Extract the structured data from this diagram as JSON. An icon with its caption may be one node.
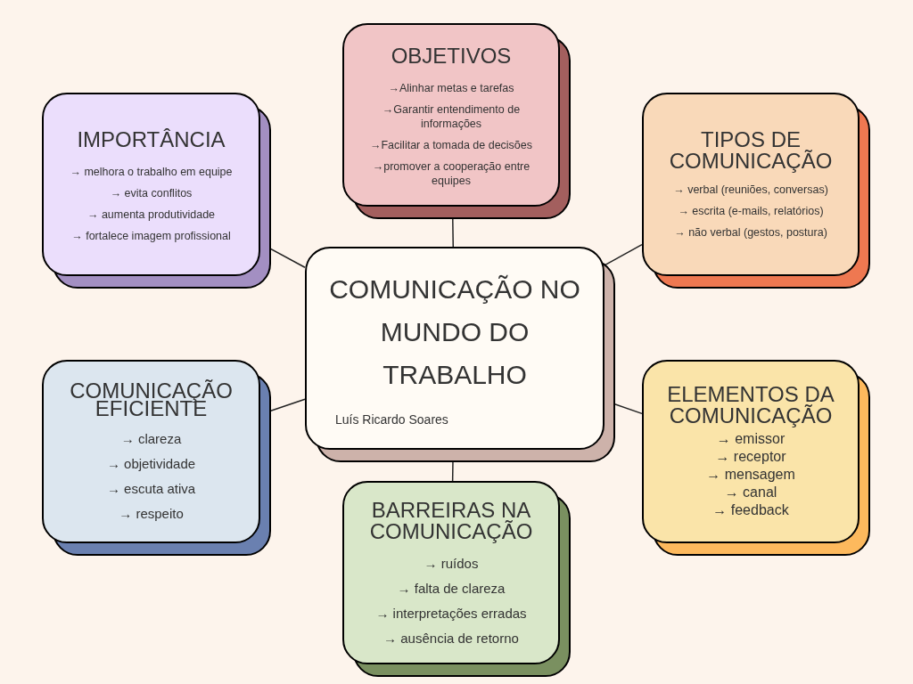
{
  "diagram": {
    "nodes": [
      {
        "text": [
          "COMUNICAÇÃO NO MUNDO DO TRABALHO",
          "Luís Ricardo Soares"
        ]
      },
      {
        "text": [
          "OBJETIVOS",
          "→Alinhar metas e tarefas",
          "→Garantir entendimento de informações",
          "→Facilitar a tomada de decisões",
          "→promover a cooperação entre equipes"
        ]
      },
      {
        "text": [
          "IMPORTÂNCIA",
          "→ melhora o trabalho em equipe",
          "→ evita conflitos",
          "→ aumenta produtividade",
          "→ fortalece imagem profissional"
        ]
      },
      {
        "text": [
          "TIPOS DE COMUNICAÇÃO",
          "→ verbal (reuniões, conversas)",
          "→ escrita (e-mails, relatórios)",
          "→ não verbal (gestos, postura)"
        ]
      },
      {
        "text": [
          "COMUNICAÇÃO EFICIENTE",
          "→ clareza",
          "→ objetividade",
          "→ escuta ativa",
          "→ respeito"
        ]
      },
      {
        "text": [
          "ELEMENTOS DA COMUNICAÇÃO",
          "→ emissor",
          "→ receptor",
          "→ mensagem",
          "→ canal",
          "→ feedback"
        ]
      },
      {
        "text": [
          "BARREIRAS NA COMUNICAÇÃO",
          "→ ruídos",
          "→ falta de clareza",
          "→ interpretações erradas",
          "→ ausência de retorno"
        ]
      }
    ],
    "edges": [
      {
        "from": 0,
        "to": 1,
        "arrow": "none"
      },
      {
        "from": 0,
        "to": 2,
        "arrow": "none"
      },
      {
        "from": 0,
        "to": 3,
        "arrow": "none"
      },
      {
        "from": 0,
        "to": 4,
        "arrow": "none"
      },
      {
        "from": 0,
        "to": 5,
        "arrow": "none"
      },
      {
        "from": 0,
        "to": 6,
        "arrow": "none"
      }
    ]
  }
}
